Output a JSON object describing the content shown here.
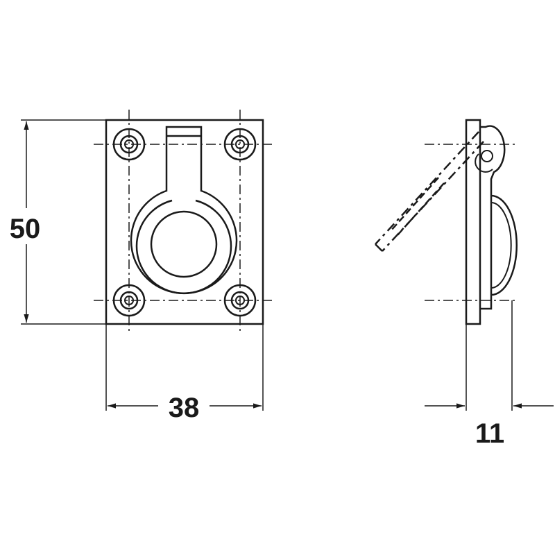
{
  "drawing": {
    "dimensions": {
      "height_label": "50",
      "width_label": "38",
      "depth_label": "11"
    },
    "colors": {
      "line": "#1a1a1a",
      "background": "#ffffff"
    }
  }
}
